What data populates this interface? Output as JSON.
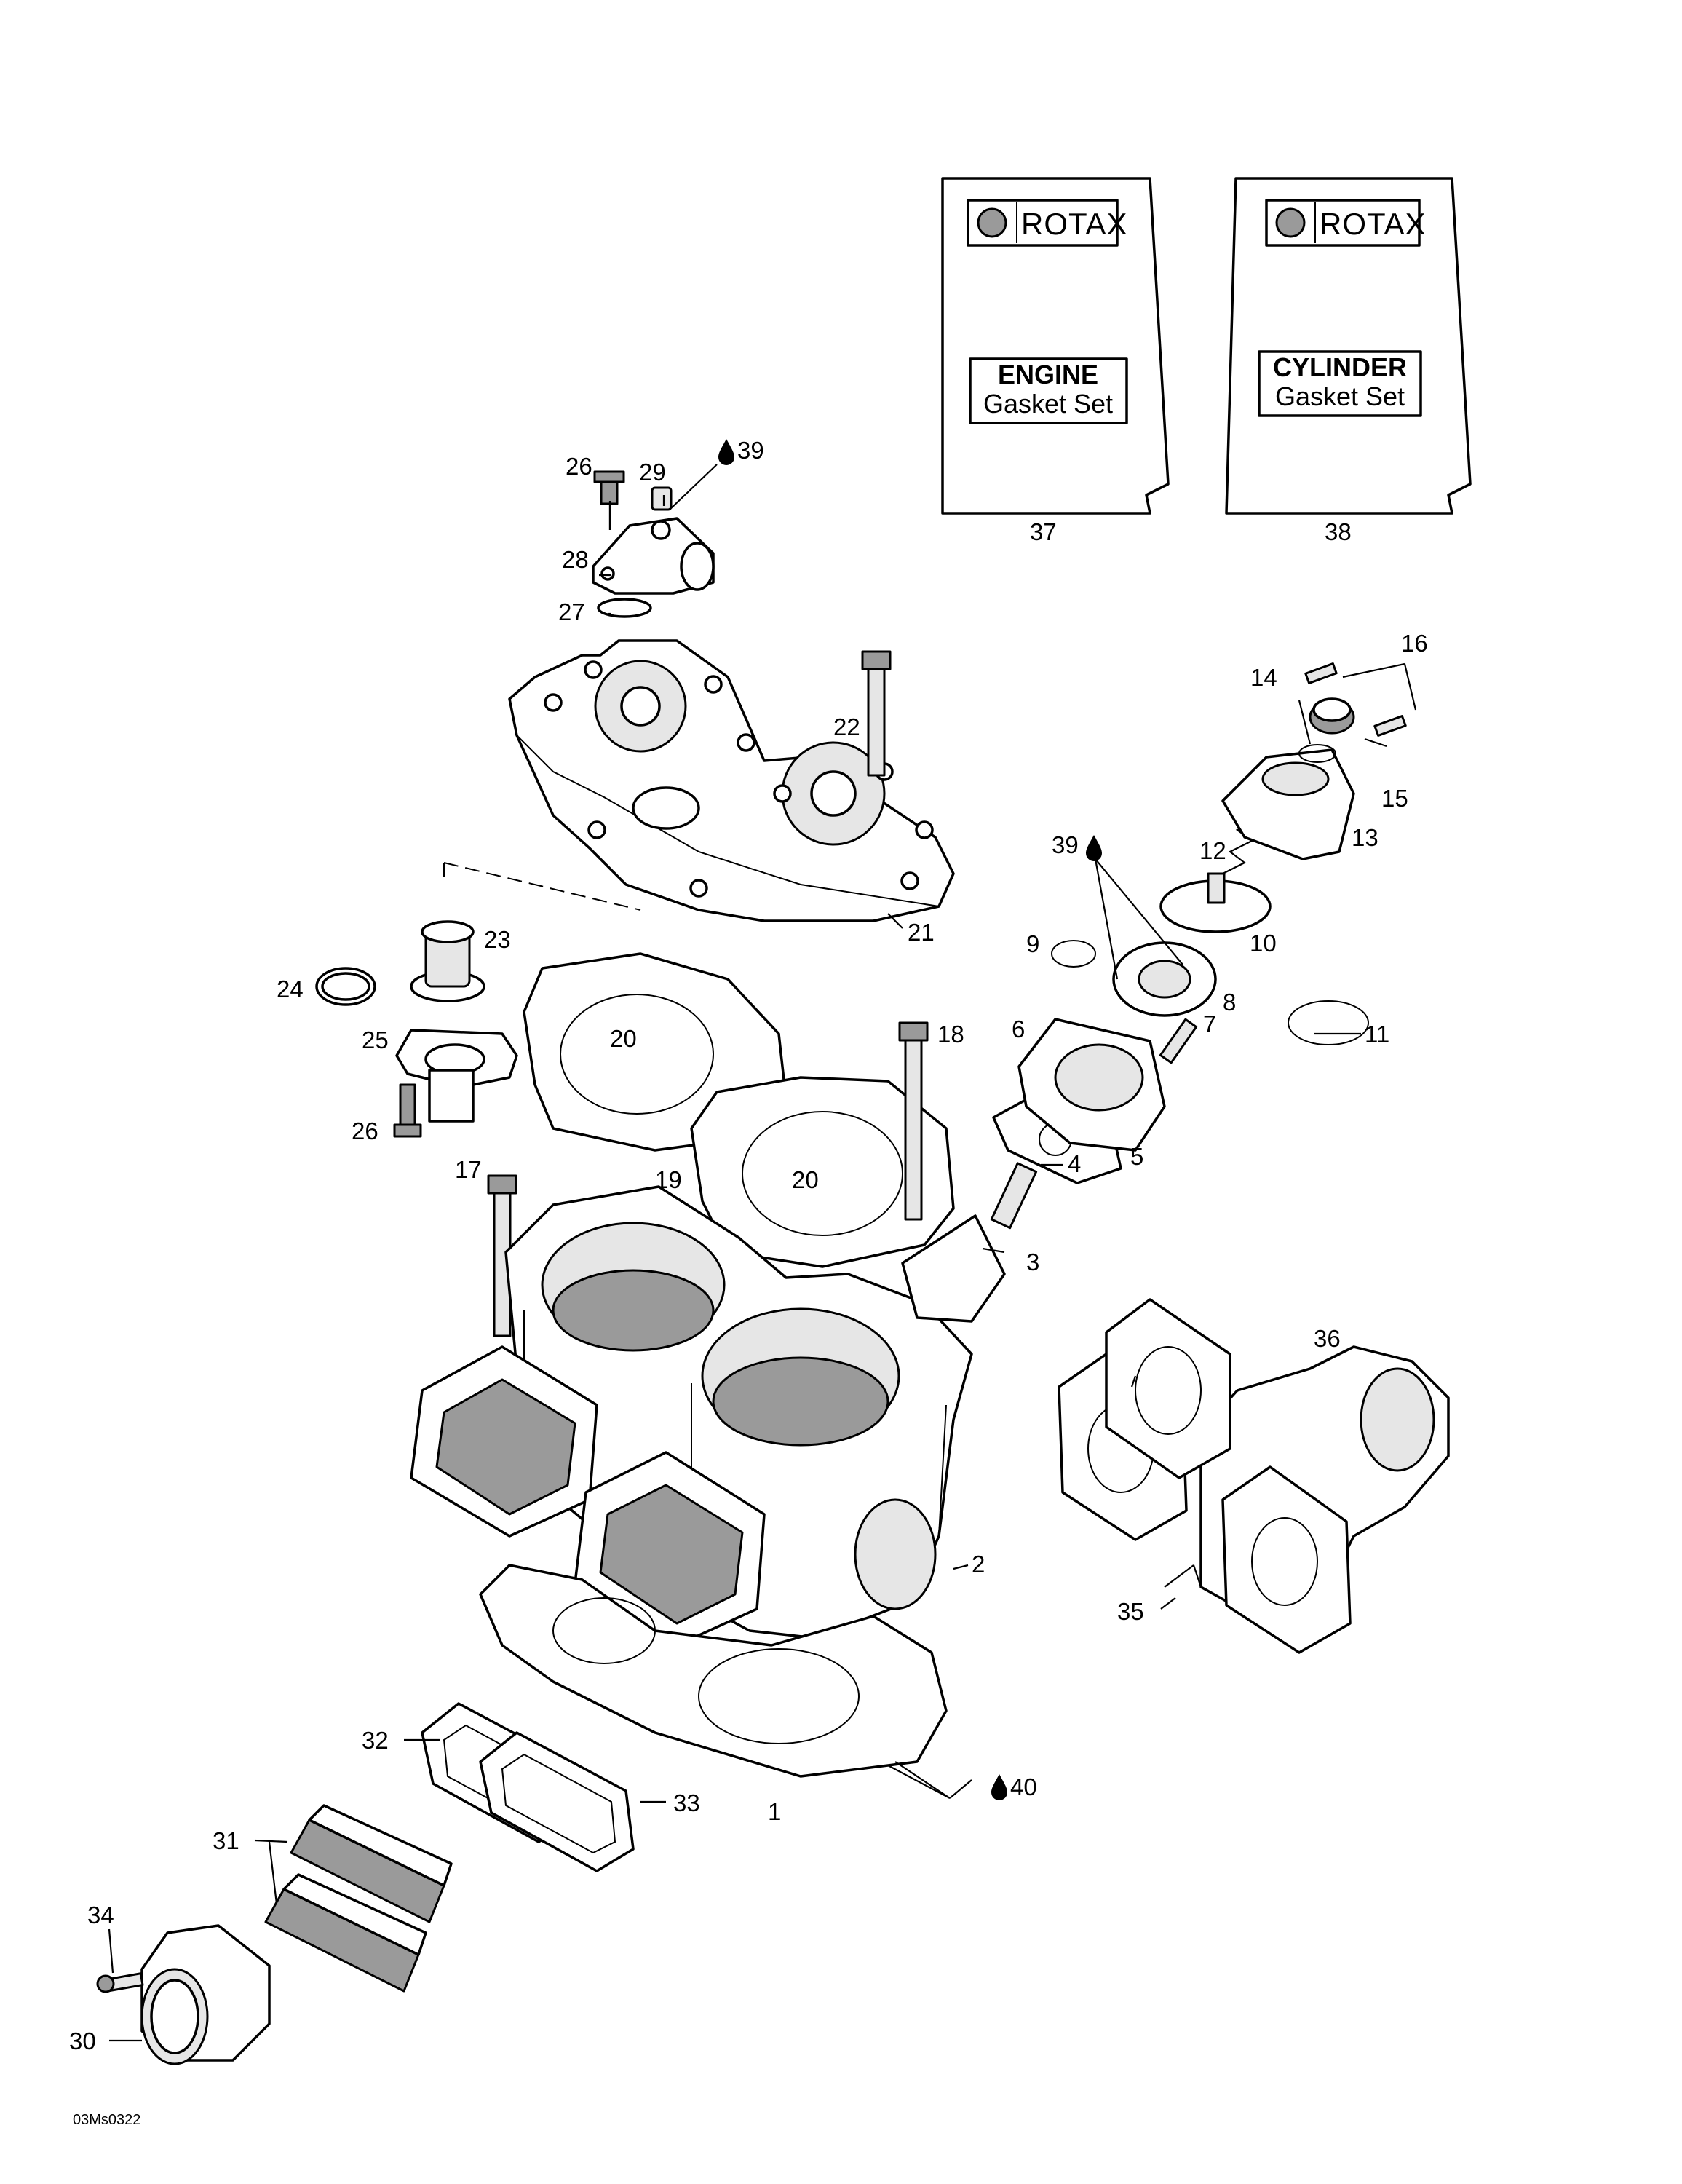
{
  "diagram": {
    "drawing_code": "03Ms0322",
    "kits": [
      {
        "brand": "ROTAX",
        "title": "ENGINE",
        "subtitle": "Gasket Set",
        "ref": "37"
      },
      {
        "brand": "ROTAX",
        "title": "CYLINDER",
        "subtitle": "Gasket Set",
        "ref": "38"
      }
    ],
    "callouts": [
      "1",
      "2",
      "3",
      "4",
      "5",
      "6",
      "7",
      "8",
      "9",
      "10",
      "11",
      "12",
      "13",
      "14",
      "15",
      "16",
      "17",
      "18",
      "19",
      "20",
      "20",
      "21",
      "22",
      "23",
      "24",
      "25",
      "26",
      "26",
      "27",
      "28",
      "29",
      "30",
      "31",
      "32",
      "33",
      "34",
      "35",
      "36",
      "39",
      "39",
      "40"
    ],
    "drop_icon": "drop-icon"
  }
}
